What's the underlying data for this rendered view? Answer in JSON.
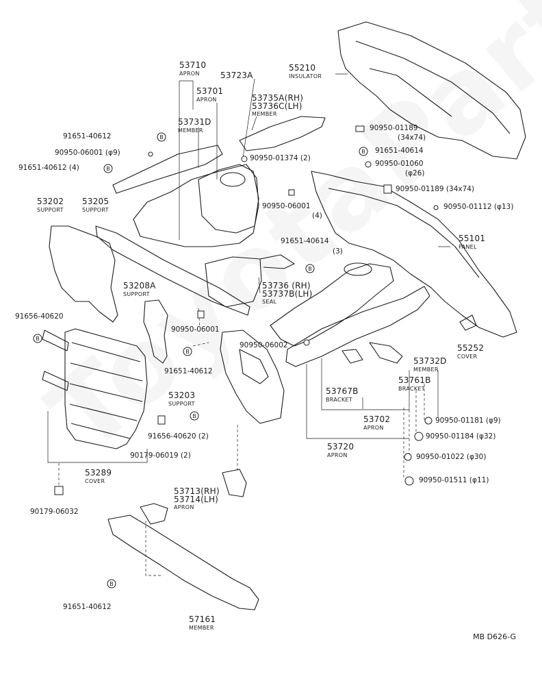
{
  "diagram": {
    "watermark": "ToyotaPartsMe.ru",
    "code": "MB D626-G",
    "labels": {
      "l55210": {
        "pn": "55210",
        "name": "INSULATOR"
      },
      "l53710": {
        "pn": "53710",
        "name": "APRON"
      },
      "l53723A": {
        "pn": "53723A",
        "name": ""
      },
      "l53701": {
        "pn": "53701",
        "name": "APRON"
      },
      "l53735": {
        "pn": "53735A(RH)",
        "pn2": "53736C(LH)",
        "name": "MEMBER"
      },
      "l53731D": {
        "pn": "53731D",
        "name": "MEMBER"
      },
      "l53202": {
        "pn": "53202",
        "name": "SUPPORT"
      },
      "l53205": {
        "pn": "53205",
        "name": "SUPPORT"
      },
      "l53208A": {
        "pn": "53208A",
        "name": "SUPPORT"
      },
      "l53736": {
        "pn": "53736 (RH)",
        "pn2": "53737B(LH)",
        "name": "SEAL"
      },
      "l55101": {
        "pn": "55101",
        "name": "PANEL"
      },
      "l55252": {
        "pn": "55252",
        "name": "COVER"
      },
      "l53732D": {
        "pn": "53732D",
        "name": "MEMBER"
      },
      "l53761B": {
        "pn": "53761B",
        "name": "BRACKET"
      },
      "l53767B": {
        "pn": "53767B",
        "name": "BRACKET"
      },
      "l53702": {
        "pn": "53702",
        "name": "APRON"
      },
      "l53720": {
        "pn": "53720",
        "name": "APRON"
      },
      "l53203": {
        "pn": "53203",
        "name": "SUPPORT"
      },
      "l53289": {
        "pn": "53289",
        "name": "COVER"
      },
      "l53713": {
        "pn": "53713(RH)",
        "pn2": "53714(LH)",
        "name": "APRON"
      },
      "l57161": {
        "pn": "57161",
        "name": "MEMBER"
      }
    },
    "fasteners": {
      "f1": "91651-40612",
      "f2": "90950-06001 (φ9)",
      "f3": "91651-40612 (4)",
      "f4": "90950-01374 (2)",
      "f5": "90950-01189",
      "f5b": "(34x74)",
      "f6": "91651-40614",
      "f7": "90950-01060",
      "f7b": "(φ26)",
      "f8": "90950-01189 (34x74)",
      "f9": "90950-01112 (φ13)",
      "f10": "90950-06001",
      "f10b": "(4)",
      "f11": "91651-40614",
      "f11b": "(3)",
      "f12": "91656-40620",
      "f13": "90950-06001",
      "f14": "90950-06002",
      "f15": "91651-40612",
      "f16": "91656-40620 (2)",
      "f17": "90179-06019 (2)",
      "f18": "90179-06032",
      "f19": "90950-01181 (φ9)",
      "f20": "90950-01184 (φ32)",
      "f21": "90950-01022 (φ30)",
      "f22": "90950-01511 (φ11)",
      "f23": "91651-40612"
    }
  }
}
